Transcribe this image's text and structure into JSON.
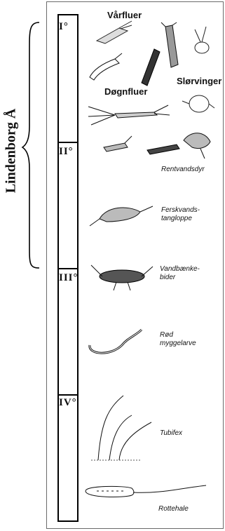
{
  "side_label": "Lindenborg Å",
  "zones": [
    {
      "numeral": "I°"
    },
    {
      "numeral": "II°"
    },
    {
      "numeral": "III°"
    },
    {
      "numeral": "IV°"
    }
  ],
  "headers": {
    "vaarfluer": "Vårfluer",
    "slorvinger": "Slørvinger",
    "dognfluer": "Døgnfluer"
  },
  "labels": {
    "rentvandsdyr": "Rentvandsdyr",
    "ferskvand_line1": "Ferskvands-",
    "ferskvand_line2": "tangloppe",
    "vandbaenke_line1": "Vandbænke-",
    "vandbaenke_line2": "bider",
    "rod_line1": "Rød",
    "rod_line2": "myggelarve",
    "tubifex": "Tubifex",
    "rottehale": "Rottehale"
  }
}
